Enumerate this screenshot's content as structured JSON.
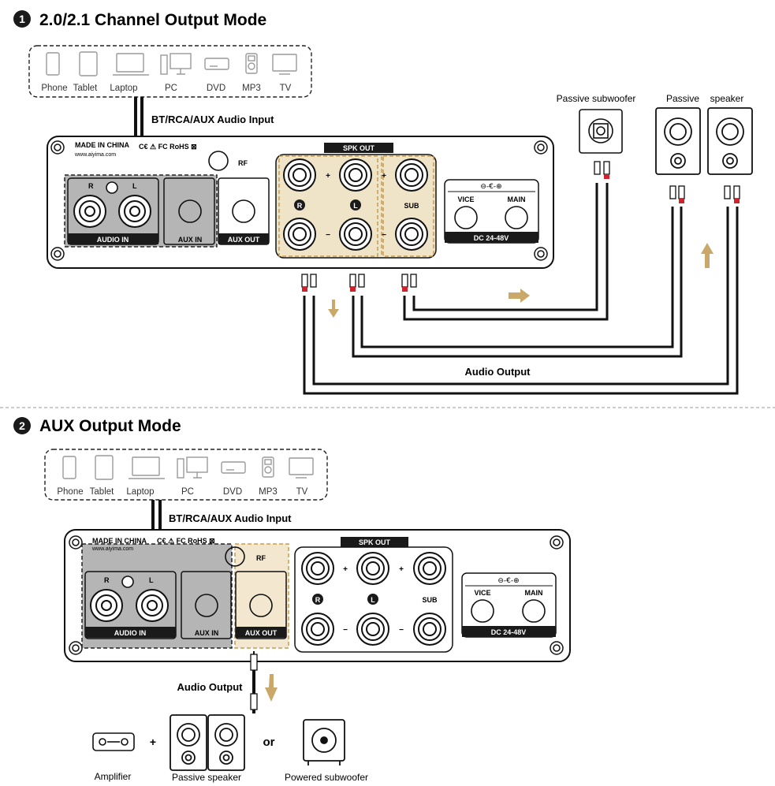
{
  "section1": {
    "number": "1",
    "title": "2.0/2.1 Channel Output Mode",
    "devices": [
      "Phone",
      "Tablet",
      "Laptop",
      "PC",
      "DVD",
      "MP3",
      "TV"
    ],
    "input_label": "BT/RCA/AUX Audio Input",
    "output_label": "Audio Output",
    "passive_subwoofer_label": "Passive subwoofer",
    "passive_speaker_label_a": "Passive",
    "passive_speaker_label_b": "speaker",
    "panel": {
      "made_in": "MADE IN CHINA",
      "website": "www.aiyima.com",
      "cert": "C€ ⚠ FC RoHS ⊠",
      "rf": "RF",
      "audio_in": "AUDIO IN",
      "aux_in": "AUX IN",
      "aux_out": "AUX OUT",
      "spk_out": "SPK OUT",
      "r": "R",
      "l": "L",
      "r_badge": "R",
      "l_badge": "L",
      "sub": "SUB",
      "plus": "+",
      "minus": "−",
      "vice": "VICE",
      "main": "MAIN",
      "dc": "DC 24-48V",
      "polarity": "⊖-€-⊕"
    }
  },
  "section2": {
    "number": "2",
    "title": "AUX Output Mode",
    "devices": [
      "Phone",
      "Tablet",
      "Laptop",
      "PC",
      "DVD",
      "MP3",
      "TV"
    ],
    "input_label": "BT/RCA/AUX Audio Input",
    "output_label": "Audio Output",
    "plus_sign": "+",
    "or_label": "or",
    "amplifier_label": "Amplifier",
    "passive_speaker_label": "Passive speaker",
    "powered_subwoofer_label": "Powered subwoofer",
    "panel": {
      "made_in": "MADE IN CHINA",
      "website": "www.aiyima.com",
      "cert": "C€ ⚠ FC RoHS ⊠",
      "rf": "RF",
      "audio_in": "AUDIO IN",
      "aux_in": "AUX IN",
      "aux_out": "AUX OUT",
      "spk_out": "SPK OUT",
      "r": "R",
      "l": "L",
      "r_badge": "R",
      "l_badge": "L",
      "sub": "SUB",
      "plus": "+",
      "minus": "−",
      "vice": "VICE",
      "main": "MAIN",
      "dc": "DC 24-48V",
      "polarity": "⊖-€-⊕"
    }
  },
  "colors": {
    "ink": "#1a1a1a",
    "gray_box": "#b3b3b3",
    "beige_box": "#f2e6d0",
    "arrow": "#c9a86a",
    "divider": "#999999"
  }
}
